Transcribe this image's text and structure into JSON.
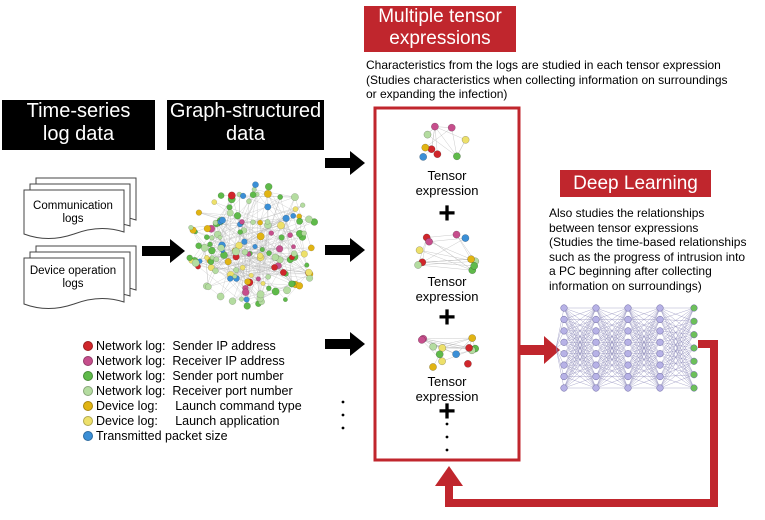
{
  "headers": {
    "time_series": "Time-series\nlog data",
    "graph_structured": "Graph-structured\ndata",
    "multiple_tensor": "Multiple tensor\nexpressions",
    "deep_learning": "Deep Learning"
  },
  "documents": {
    "communication": "Communication\nlogs",
    "device_operation": "Device operation\nlogs"
  },
  "tensor_desc": "Characteristics from the logs are studied in each tensor expression\n(Studies characteristics when collecting information on surroundings\nor expanding the infection)",
  "tensor_expressions": [
    {
      "label": "Tensor\nexpression"
    },
    {
      "label": "Tensor\nexpression"
    },
    {
      "label": "Tensor\nexpression"
    }
  ],
  "plus_sign": "+",
  "deep_learning_desc": "Also studies the relationships\nbetween tensor expressions\n(Studies the time-based relationships\nsuch as the progress of intrusion into\na PC beginning after collecting\ninformation on surroundings)",
  "legend": [
    {
      "text": "Network log:  Sender IP address",
      "color": "#d0262b"
    },
    {
      "text": "Network log:  Receiver IP address",
      "color": "#c64e8c"
    },
    {
      "text": "Network log:  Sender port number",
      "color": "#5fba4a"
    },
    {
      "text": "Network log:  Receiver port number",
      "color": "#b4dca0"
    },
    {
      "text": "Device log:     Launch command type",
      "color": "#e1b413"
    },
    {
      "text": "Device log:     Launch application",
      "color": "#ede06a"
    },
    {
      "text": "Transmitted packet size",
      "color": "#3b8fd6"
    }
  ],
  "colors": {
    "accent_red": "#c0262d",
    "header_black": "#000000"
  }
}
